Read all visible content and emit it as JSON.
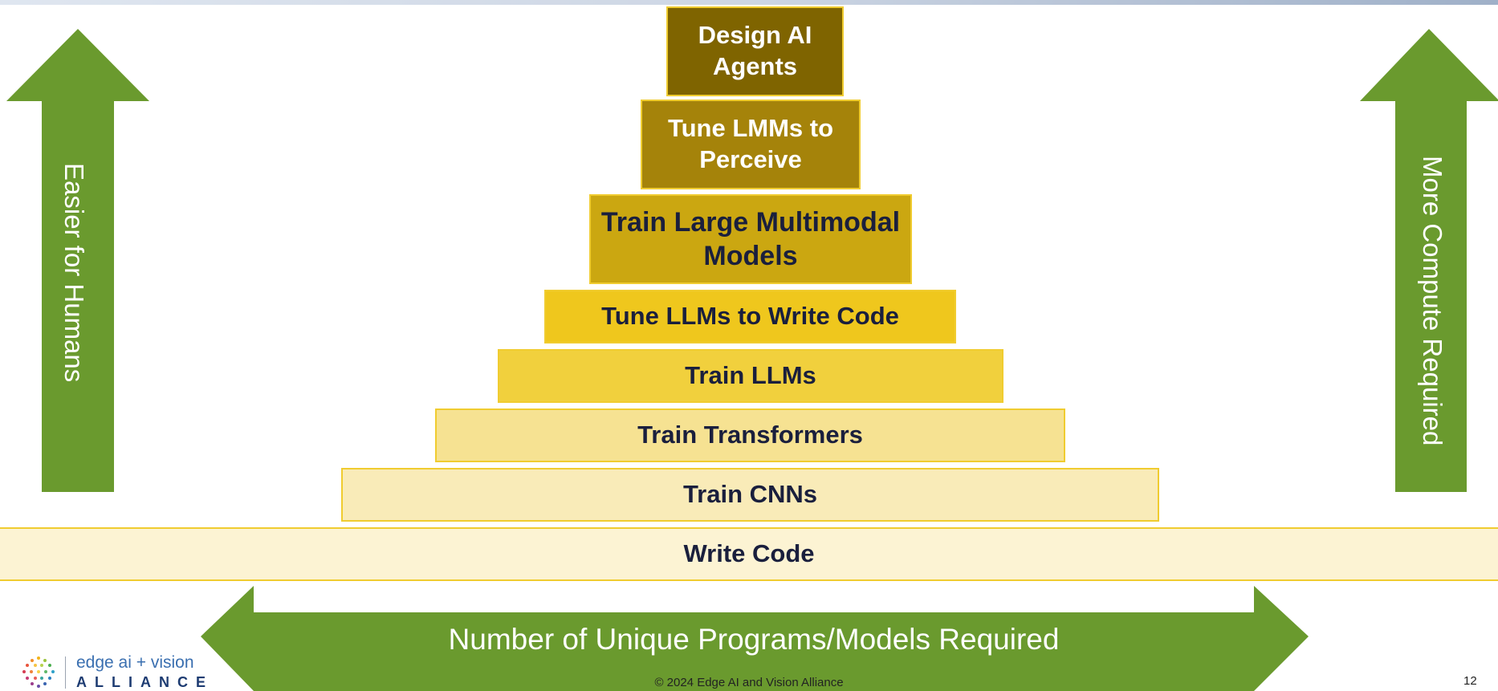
{
  "pyramid": {
    "layers": [
      {
        "line1": "Design AI",
        "line2": "Agents"
      },
      {
        "line1": "Tune LMMs to",
        "line2": "Perceive"
      },
      {
        "line1": "Train Large Multimodal",
        "line2": "Models"
      },
      {
        "line1": "Tune LLMs to Write Code"
      },
      {
        "line1": "Train LLMs"
      },
      {
        "line1": "Train Transformers"
      },
      {
        "line1": "Train CNNs"
      },
      {
        "line1": "Write Code"
      }
    ]
  },
  "arrows": {
    "left_vertical": "Easier for Humans",
    "right_vertical": "More Compute Required",
    "horizontal": "Number of Unique Programs/Models Required"
  },
  "colors": {
    "arrow_green": "#6a9a2e",
    "layer_border": "#f0cc30",
    "text_dark": "#1a1f3d"
  },
  "logo": {
    "line1": "edge ai + vision",
    "line2": "ALLIANCE"
  },
  "footer": {
    "copyright": "© 2024 Edge AI and Vision Alliance",
    "page_number": "12"
  }
}
